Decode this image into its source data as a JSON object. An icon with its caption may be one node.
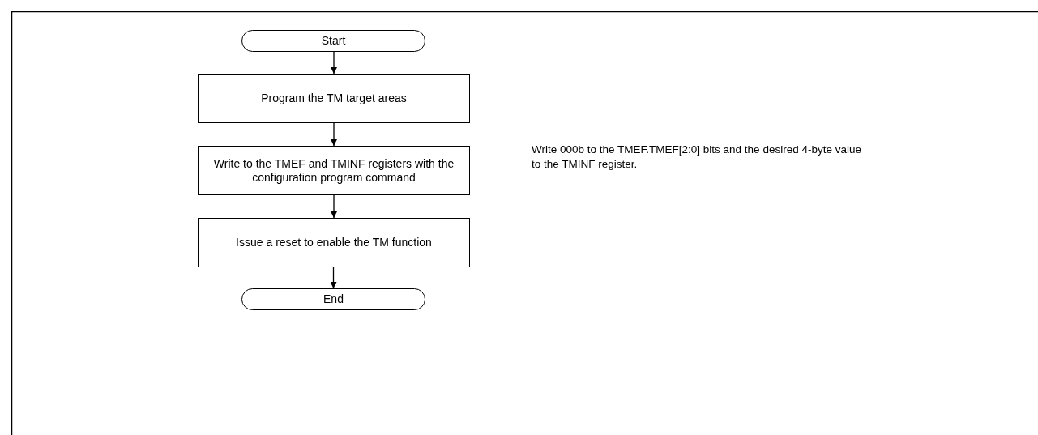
{
  "diagram": {
    "nodes": [
      {
        "text": [
          "Start"
        ]
      },
      {
        "text": [
          "Program the TM target areas"
        ]
      },
      {
        "text": [
          "Write to the TMEF and TMINF registers with the configuration program command"
        ]
      },
      {
        "text": [
          "Issue a reset to enable the TM function"
        ]
      },
      {
        "text": [
          "End"
        ]
      }
    ],
    "edges": [
      {
        "from": 0,
        "to": 1,
        "arrow": "to"
      },
      {
        "from": 1,
        "to": 2,
        "arrow": "to"
      },
      {
        "from": 2,
        "to": 3,
        "arrow": "to"
      },
      {
        "from": 3,
        "to": 4,
        "arrow": "to"
      }
    ],
    "labels": [
      "Write 000b to the TMEF.TMEF[2:0] bits and the desired 4-byte value to the TMINF register."
    ]
  }
}
